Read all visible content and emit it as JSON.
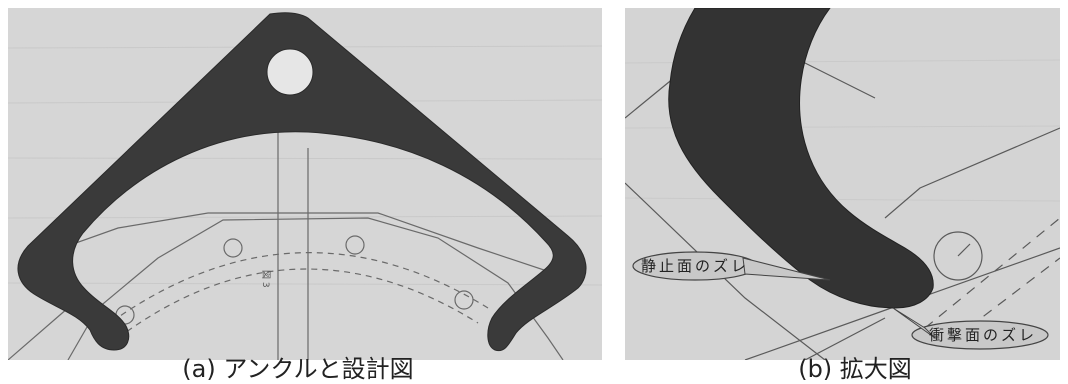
{
  "figures": [
    {
      "id": "a",
      "caption": "(a) アンクルと設計図",
      "stamp": "図 3"
    },
    {
      "id": "b",
      "caption": "(b) 拡大図",
      "callouts": [
        {
          "label": "静止面のズレ"
        },
        {
          "label": "衝撃面のズレ"
        }
      ]
    }
  ],
  "colors": {
    "paper": "#d9d9d9",
    "part": "#3a3a3a",
    "line": "#5a5a5a",
    "callout_fill": "#c8c8c8"
  }
}
